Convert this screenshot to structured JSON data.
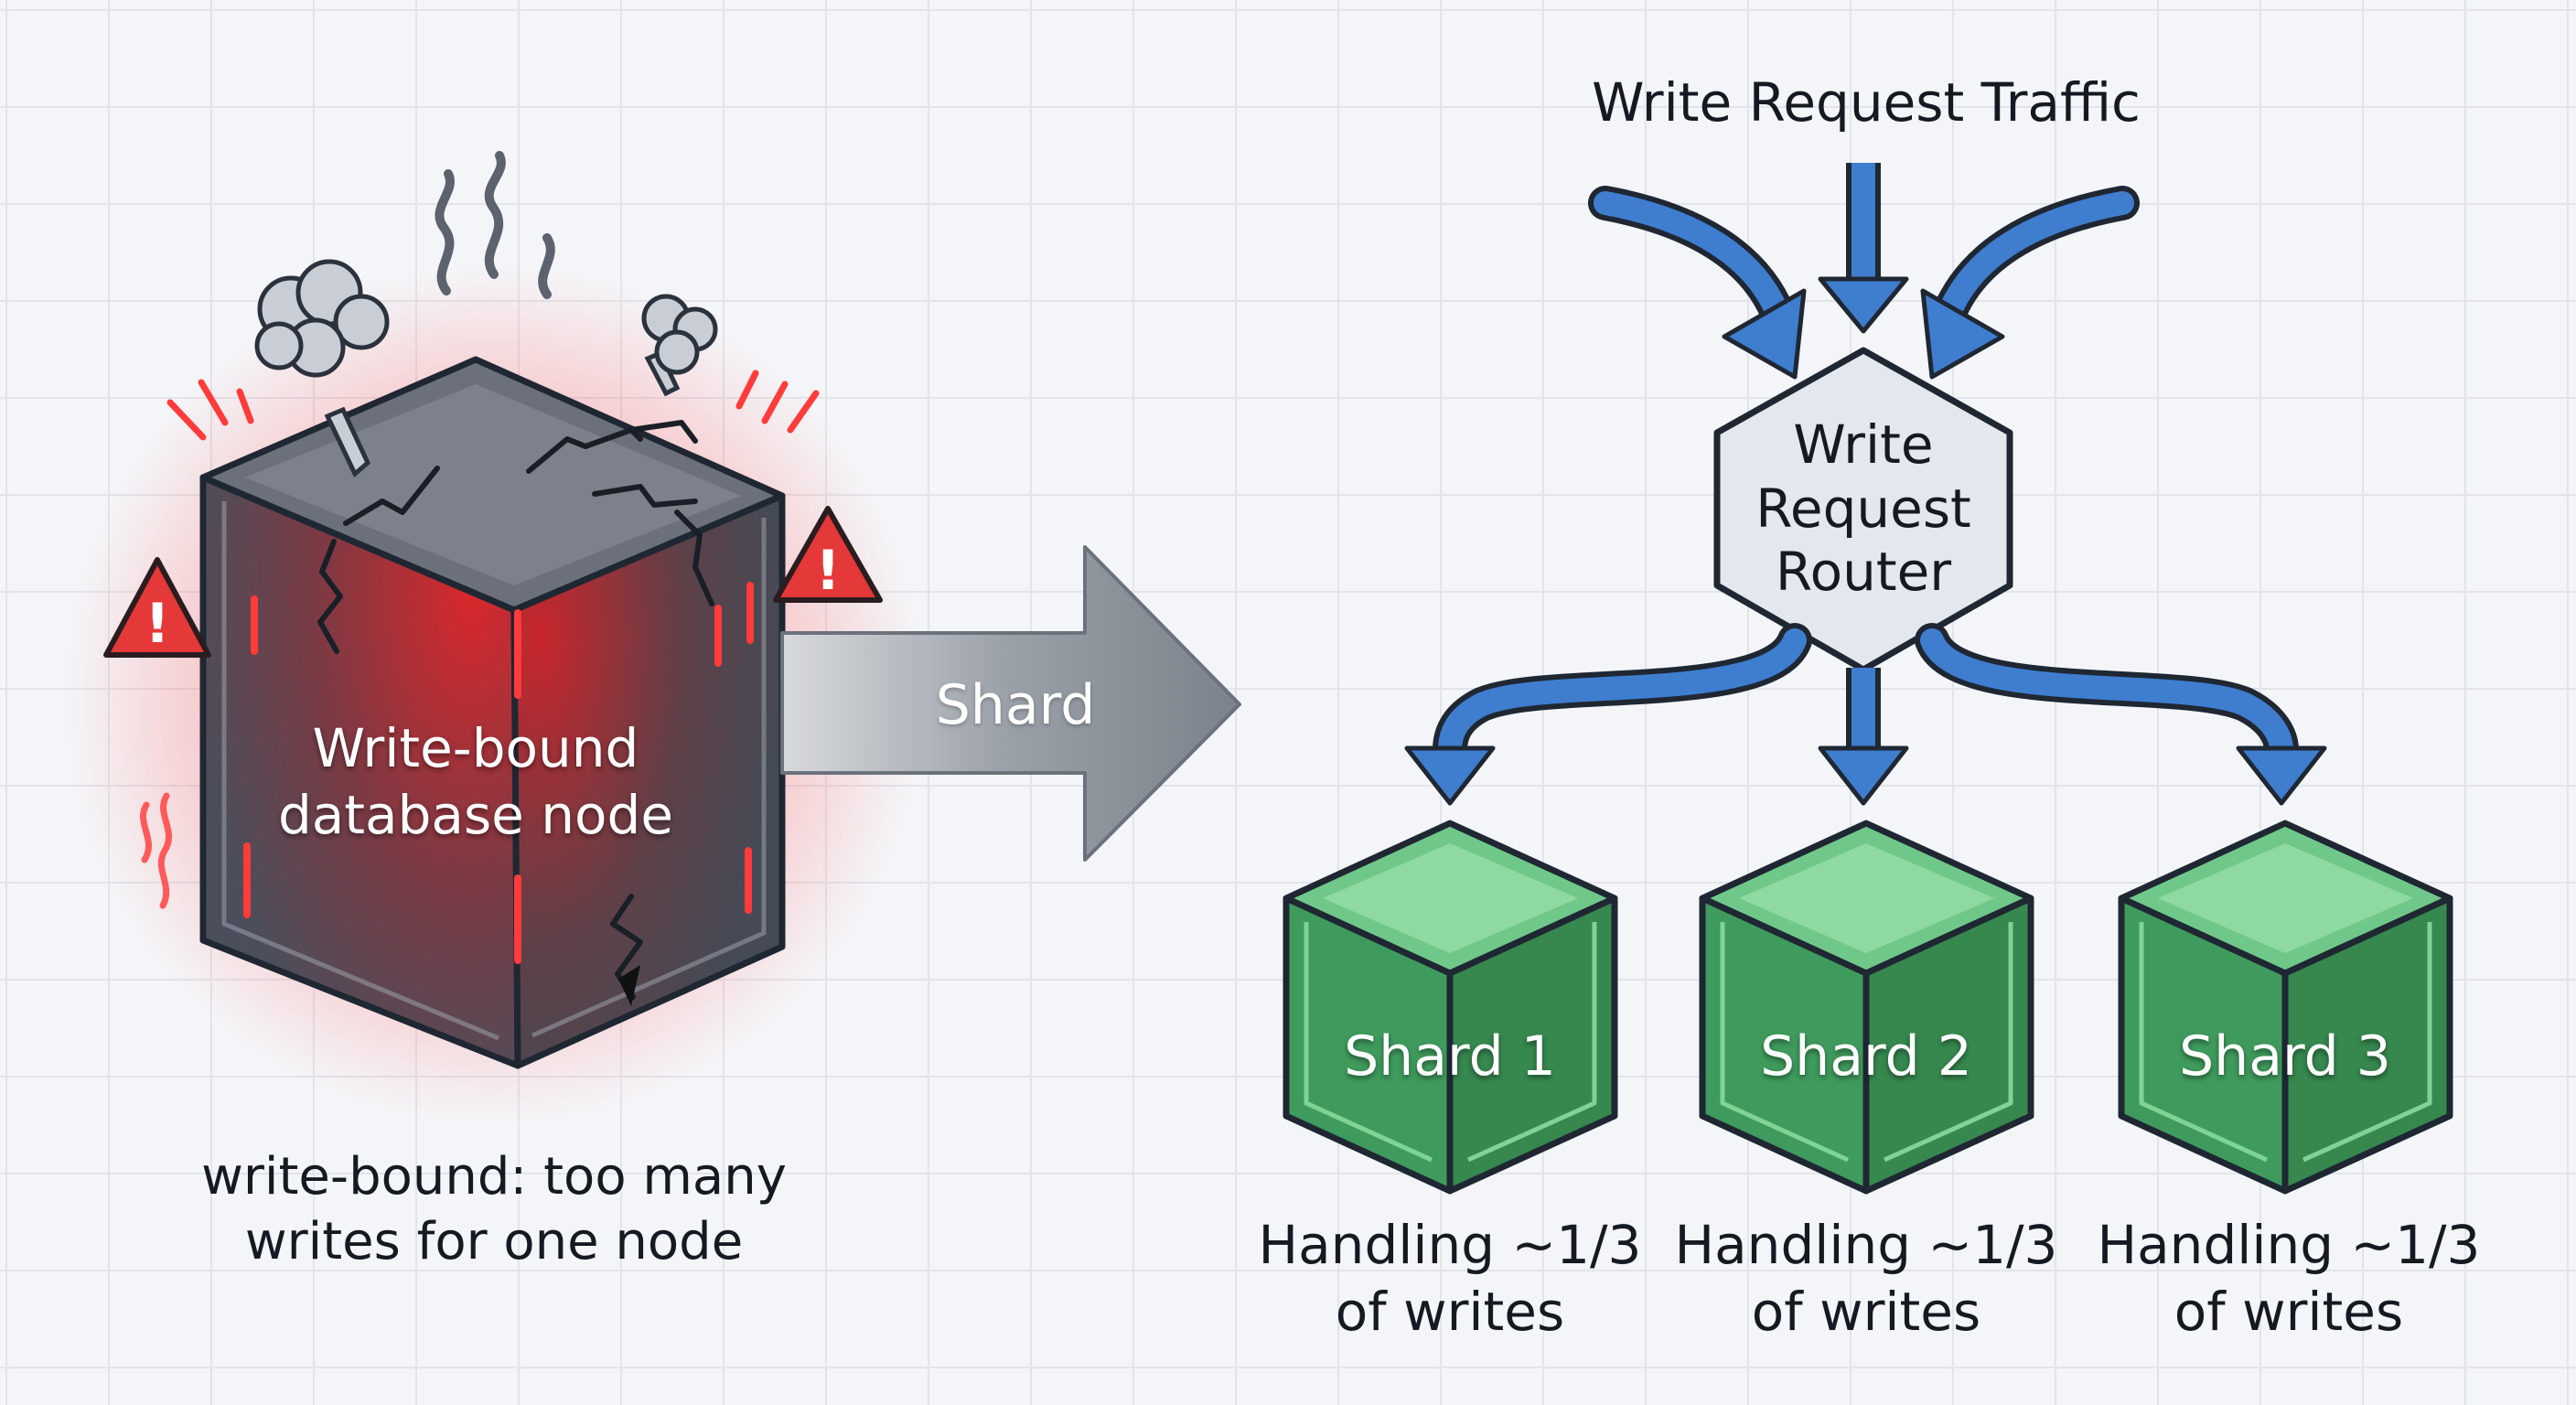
{
  "overloaded_node": {
    "label_line1": "Write-bound",
    "label_line2": "database node",
    "caption_line1": "write-bound: too many",
    "caption_line2": "writes for one node",
    "warning_glyph": "!",
    "accent_color": "#e53838"
  },
  "transition_arrow": {
    "label": "Shard"
  },
  "traffic": {
    "label": "Write Request Traffic",
    "arrow_color": "#3f7dcf"
  },
  "router": {
    "line1": "Write",
    "line2": "Request",
    "line3": "Router"
  },
  "shards": [
    {
      "name": "Shard 1",
      "caption_line1": "Handling ~1/3",
      "caption_line2": "of writes"
    },
    {
      "name": "Shard 2",
      "caption_line1": "Handling ~1/3",
      "caption_line2": "of writes"
    },
    {
      "name": "Shard 3",
      "caption_line1": "Handling ~1/3",
      "caption_line2": "of writes"
    }
  ],
  "colors": {
    "shard_green": "#3f9b5d",
    "shard_top": "#6fc889",
    "router_fill": "#e4e8ee",
    "outline": "#1f2733"
  }
}
